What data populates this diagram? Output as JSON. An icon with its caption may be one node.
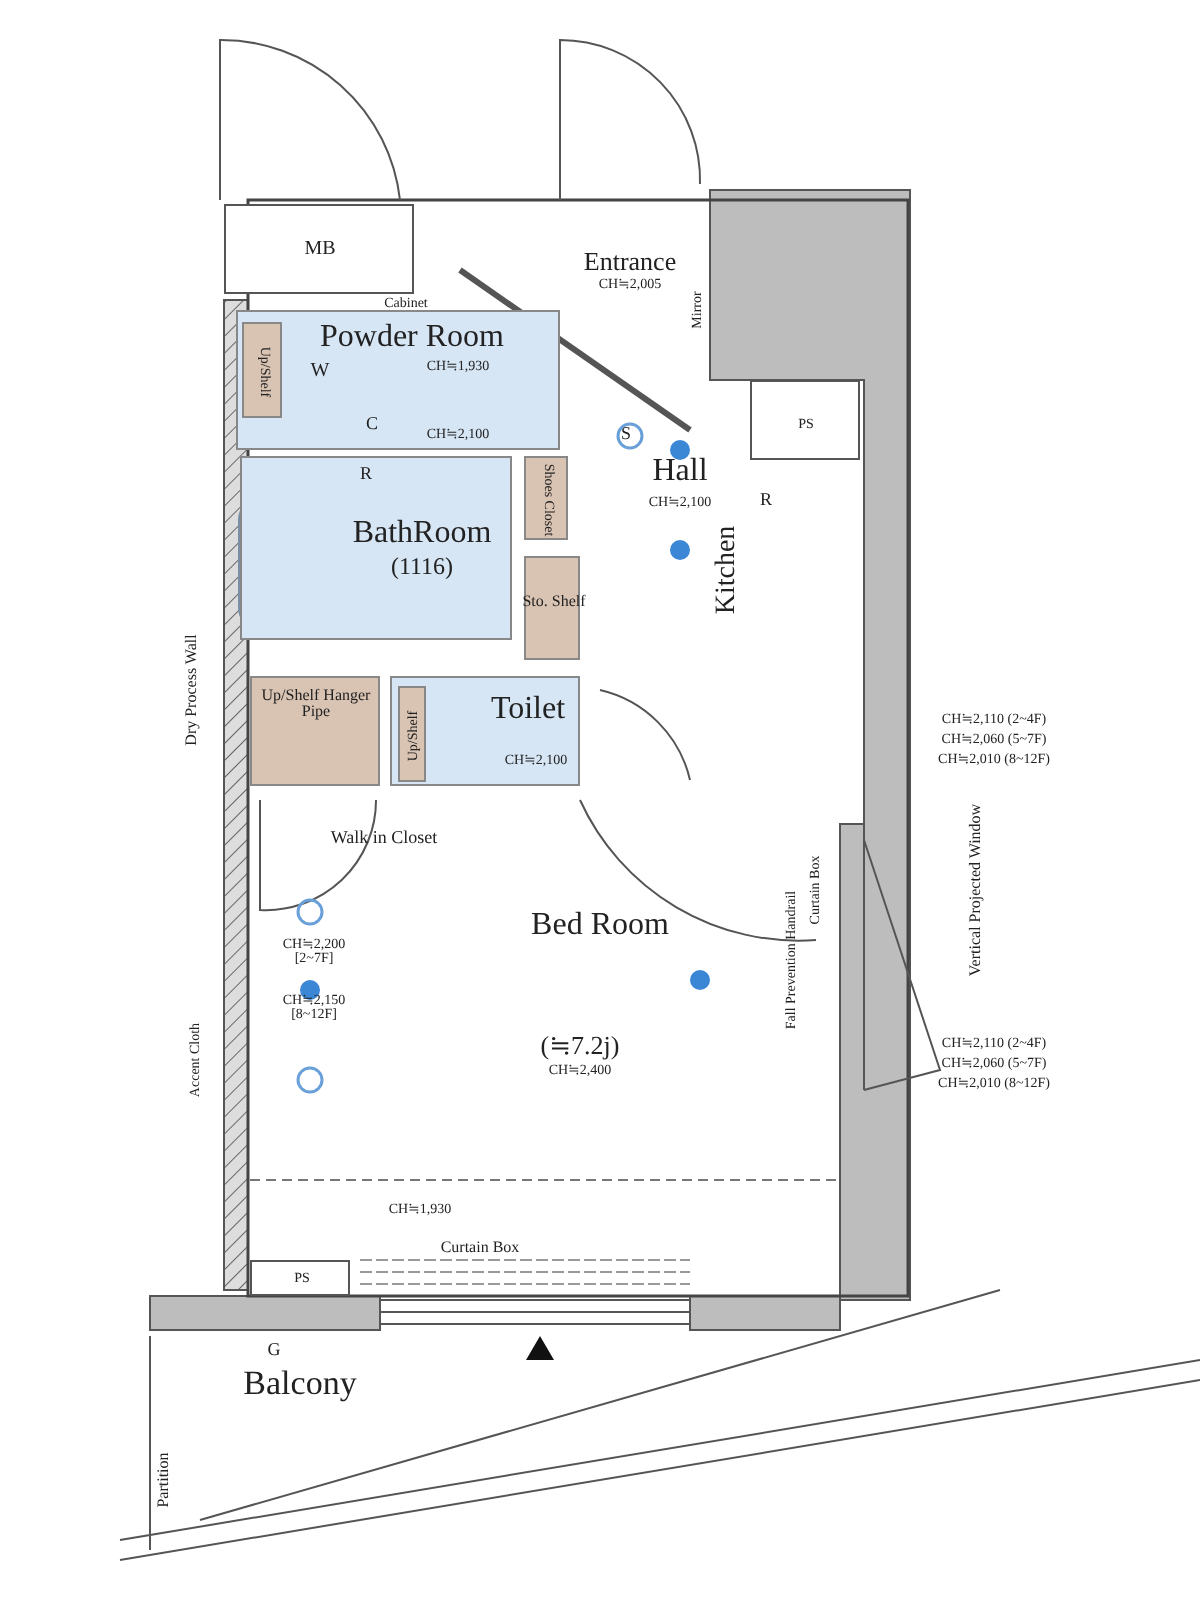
{
  "diagram": {
    "nodes": [
      {
        "text": [
          "MB"
        ]
      },
      {
        "text": [
          "Entrance",
          "CH≒2,005"
        ]
      },
      {
        "text": [
          "Powder Room",
          "CH≒1,930",
          "CH≒2,100"
        ]
      },
      {
        "text": [
          "Up/Shelf"
        ],
        "in": 2
      },
      {
        "text": [
          "BathRoom",
          "(1116)"
        ]
      },
      {
        "text": [
          "Shoes Closet"
        ]
      },
      {
        "text": [
          "Hall",
          "CH≒2,100"
        ]
      },
      {
        "text": [
          "Sto. Shelf"
        ]
      },
      {
        "text": [
          "PS"
        ]
      },
      {
        "text": [
          "Kitchen"
        ]
      },
      {
        "text": [
          "Up/Shelf Hanger Pipe"
        ]
      },
      {
        "text": [
          "Toilet",
          "CH≒2,100"
        ]
      },
      {
        "text": [
          "Up/Shelf"
        ],
        "in": 11
      },
      {
        "text": [
          "Bed Room",
          "(≒7.2j)",
          "CH≒2,400"
        ]
      },
      {
        "text": [
          "PS"
        ]
      },
      {
        "text": [
          "Balcony"
        ]
      }
    ],
    "labels": [
      "Cabinet",
      "Mirror",
      "W",
      "C",
      "R",
      "S",
      "R",
      "Dry Process Wall",
      "CH≒2,110 (2~4F)",
      "CH≒2,060 (5~7F)",
      "CH≒2,010 (8~12F)",
      "Walk in Closet",
      "Fall Prevention Handrail",
      "Curtain Box",
      "Vertical Projected Window",
      "CH≒2,200 [2~7F]",
      "CH≒2,150 [8~12F]",
      "Accent Cloth",
      "CH≒2,110 (2~4F)",
      "CH≒2,060 (5~7F)",
      "CH≒2,010 (8~12F)",
      "CH≒1,930",
      "Curtain Box",
      "G",
      "Partition"
    ]
  }
}
